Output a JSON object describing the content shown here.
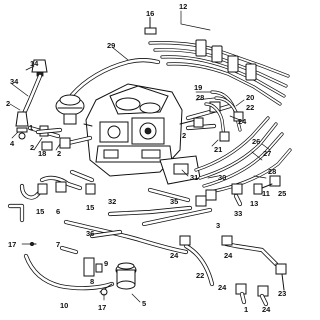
{
  "diagram": {
    "callouts": [
      {
        "id": "c12",
        "text": "12"
      },
      {
        "id": "c16",
        "text": "16"
      },
      {
        "id": "c29",
        "text": "29"
      },
      {
        "id": "c14",
        "text": "14"
      },
      {
        "id": "c34",
        "text": "34"
      },
      {
        "id": "c2a",
        "text": "2"
      },
      {
        "id": "c1a",
        "text": "1"
      },
      {
        "id": "c4",
        "text": "4"
      },
      {
        "id": "c2b",
        "text": "2"
      },
      {
        "id": "c18",
        "text": "18"
      },
      {
        "id": "c2c",
        "text": "2"
      },
      {
        "id": "c19",
        "text": "19"
      },
      {
        "id": "c28a",
        "text": "28"
      },
      {
        "id": "c20",
        "text": "20"
      },
      {
        "id": "c22a",
        "text": "22"
      },
      {
        "id": "c24a",
        "text": "24"
      },
      {
        "id": "c2d",
        "text": "2"
      },
      {
        "id": "c21",
        "text": "21"
      },
      {
        "id": "c26",
        "text": "26"
      },
      {
        "id": "c27",
        "text": "27"
      },
      {
        "id": "c28b",
        "text": "28"
      },
      {
        "id": "c31",
        "text": "31"
      },
      {
        "id": "c30",
        "text": "30"
      },
      {
        "id": "c11",
        "text": "11"
      },
      {
        "id": "c33",
        "text": "33"
      },
      {
        "id": "c13",
        "text": "13"
      },
      {
        "id": "c25",
        "text": "25"
      },
      {
        "id": "c15a",
        "text": "15"
      },
      {
        "id": "c6",
        "text": "6"
      },
      {
        "id": "c15b",
        "text": "15"
      },
      {
        "id": "c35",
        "text": "35"
      },
      {
        "id": "c3",
        "text": "3"
      },
      {
        "id": "c32",
        "text": "32"
      },
      {
        "id": "c17a",
        "text": "17"
      },
      {
        "id": "c36",
        "text": "36"
      },
      {
        "id": "c7",
        "text": "7"
      },
      {
        "id": "c9",
        "text": "9"
      },
      {
        "id": "c8",
        "text": "8"
      },
      {
        "id": "c24b",
        "text": "24"
      },
      {
        "id": "c22b",
        "text": "22"
      },
      {
        "id": "c24c",
        "text": "24"
      },
      {
        "id": "c10",
        "text": "10"
      },
      {
        "id": "c17b",
        "text": "17"
      },
      {
        "id": "c5",
        "text": "5"
      },
      {
        "id": "c24d",
        "text": "24"
      },
      {
        "id": "c1b",
        "text": "1"
      },
      {
        "id": "c24e",
        "text": "24"
      },
      {
        "id": "c23",
        "text": "23"
      }
    ]
  }
}
